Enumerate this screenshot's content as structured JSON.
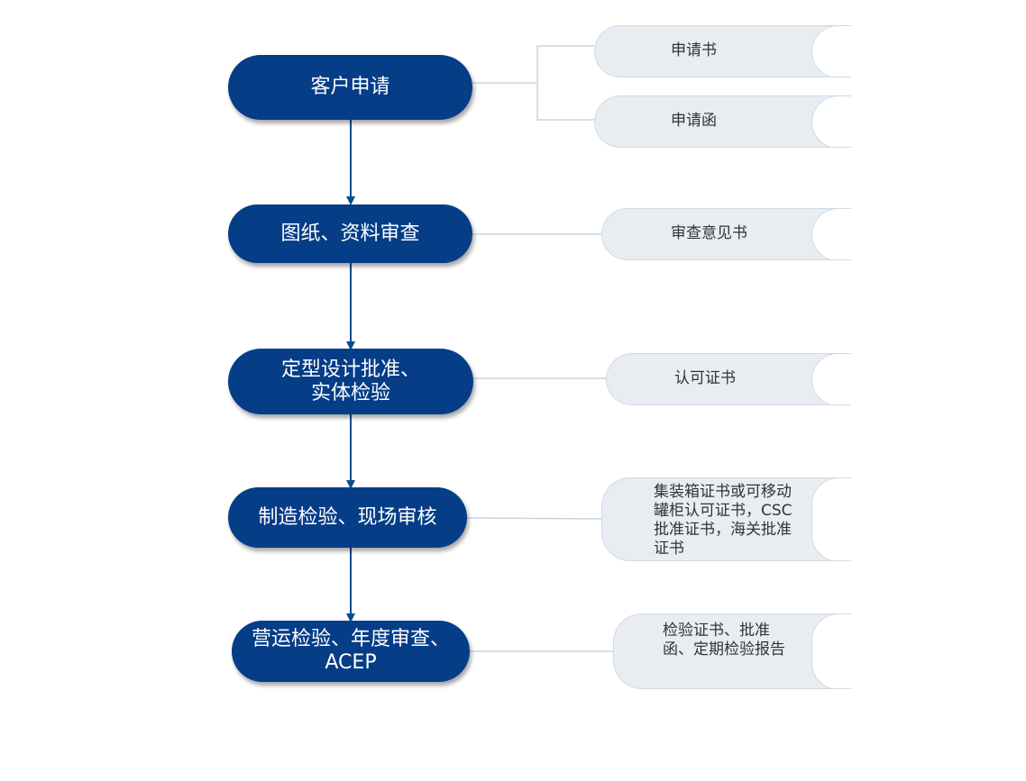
{
  "steps": [
    {
      "label": "客户申请"
    },
    {
      "label": "图纸、资料审查"
    },
    {
      "label": "定型设计批准、\n实体检验"
    },
    {
      "label": "制造检验、现场审核"
    },
    {
      "label": "营运检验、年度审查、\nACEP"
    }
  ],
  "documents": [
    {
      "label": "申请书"
    },
    {
      "label": "申请函"
    },
    {
      "label": "审查意见书"
    },
    {
      "label": "认可证书"
    },
    {
      "label": "集装箱证书或可移动罐柜认可证书，CSC批准证书，海关批准证书"
    },
    {
      "label": "检验证书、批准函、定期检验报告"
    }
  ],
  "colors": {
    "step_fill": "#053d87",
    "doc_fill": "#e9edf2",
    "doc_border": "#cfdae6",
    "connector": "#c8d5e2"
  }
}
